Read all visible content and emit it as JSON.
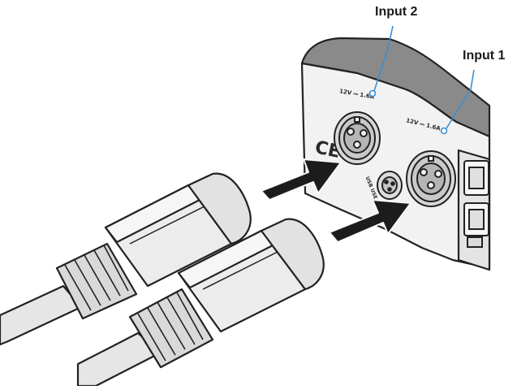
{
  "labels": {
    "input2": "Input 2",
    "input1": "Input 1",
    "rating_input2": "12V ⎓ 1.6A",
    "rating_input1": "12V ⎓ 1.6A",
    "usb_text": "USB USE ONLY",
    "ce_mark": "CE"
  },
  "colors": {
    "leader_line": "#3b8fd4",
    "panel_top": "#8a8a8a",
    "panel_face": "#f2f2f2",
    "arrow": "#1c1c1c",
    "cable": "#e6e6e6",
    "outline": "#222222"
  },
  "icons": {
    "arrow_upper": "insert-arrow-icon",
    "arrow_lower": "insert-arrow-icon",
    "port_input2": "xlr-port-icon",
    "port_input1": "xlr-port-icon",
    "usb_port": "mini-din-port-icon"
  }
}
